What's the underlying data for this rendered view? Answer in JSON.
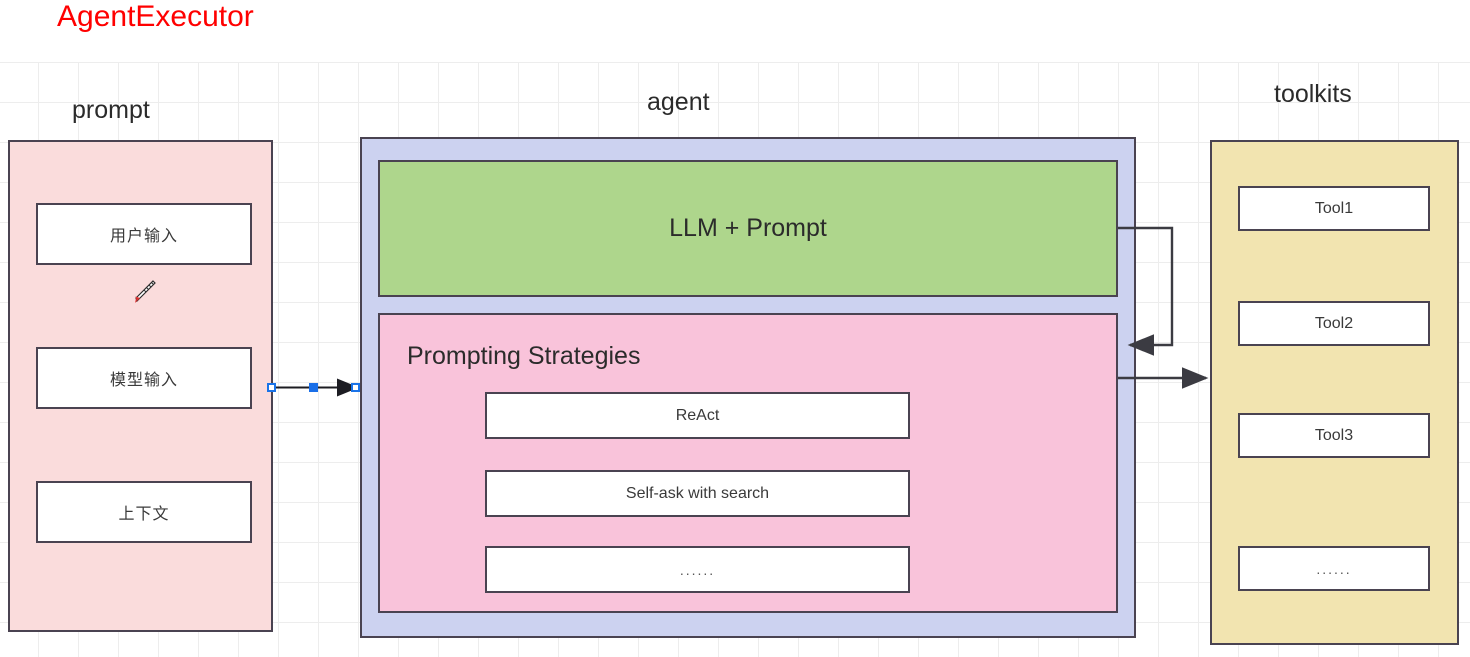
{
  "title": "AgentExecutor",
  "title_color": "#ff0000",
  "canvas": {
    "background": "#ffffff",
    "grid": "40px light-gray"
  },
  "columns": [
    {
      "caption": "prompt"
    },
    {
      "caption": "agent"
    },
    {
      "caption": "toolkits"
    }
  ],
  "prompt": {
    "caption": "prompt",
    "fill": "#fadcdc",
    "items": [
      {
        "label": "用户输入"
      },
      {
        "label": "模型输入"
      },
      {
        "label": "上下文"
      }
    ]
  },
  "agent": {
    "caption": "agent",
    "fill": "#ccd2f0",
    "llm_panel": {
      "label": "LLM + Prompt",
      "fill": "#aed68c"
    },
    "strategies_panel": {
      "title": "Prompting Strategies",
      "fill": "#f9c3da",
      "items": [
        {
          "label": "ReAct"
        },
        {
          "label": "Self-ask with search"
        },
        {
          "label": "......"
        }
      ]
    }
  },
  "toolkits": {
    "caption": "toolkits",
    "fill": "#f2e4b0",
    "items": [
      {
        "label": "Tool1"
      },
      {
        "label": "Tool2"
      },
      {
        "label": "Tool3"
      },
      {
        "label": "......"
      }
    ]
  },
  "connectors": [
    {
      "name": "prompt-to-agent",
      "from": "prompt",
      "to": "agent",
      "selected": true,
      "arrow": "right"
    },
    {
      "name": "llm-feedback-loop",
      "from": "llm-panel",
      "to": "strategies-panel",
      "arrow": "left"
    },
    {
      "name": "agent-to-toolkits",
      "from": "strategies-panel",
      "to": "toolkits",
      "arrow": "right"
    }
  ],
  "cursor": {
    "type": "pen-cursor",
    "tip_color": "#e03030"
  }
}
